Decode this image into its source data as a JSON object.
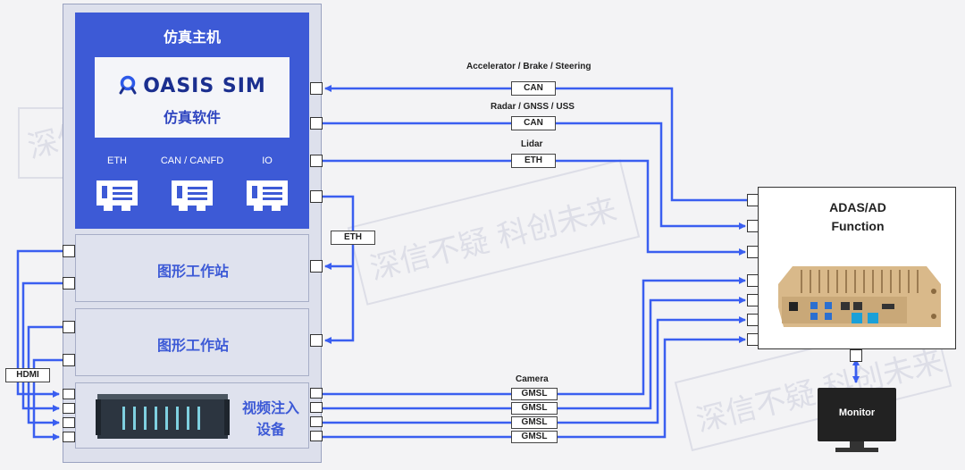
{
  "sim_host": {
    "title": "仿真主机",
    "software_logo": "OASIS SIM",
    "software_label": "仿真软件",
    "ports": [
      {
        "label": "ETH",
        "icon": "network-card-icon"
      },
      {
        "label": "CAN / CANFD",
        "icon": "network-card-icon"
      },
      {
        "label": "IO",
        "icon": "network-card-icon"
      }
    ]
  },
  "workstations": [
    {
      "label": "图形工作站"
    },
    {
      "label": "图形工作站"
    }
  ],
  "video_injector": {
    "label_line1": "视频注入",
    "label_line2": "设备"
  },
  "signals": {
    "accel": "Accelerator / Brake / Steering",
    "radar": "Radar / GNSS / USS",
    "lidar": "Lidar",
    "camera": "Camera"
  },
  "tags": {
    "can1": "CAN",
    "can2": "CAN",
    "eth_lidar": "ETH",
    "eth_ws": "ETH",
    "hdmi": "HDMI",
    "gmsl": [
      "GMSL",
      "GMSL",
      "GMSL",
      "GMSL"
    ]
  },
  "adas": {
    "title_line1": "ADAS/AD",
    "title_line2": "Function"
  },
  "monitor": {
    "label": "Monitor"
  },
  "watermark": {
    "text": "深信不疑 科创未来",
    "fragment": "深信"
  },
  "colors": {
    "wire": "#3a5ef0",
    "host": "#3d5ad6",
    "panel": "#dfe2ee"
  }
}
